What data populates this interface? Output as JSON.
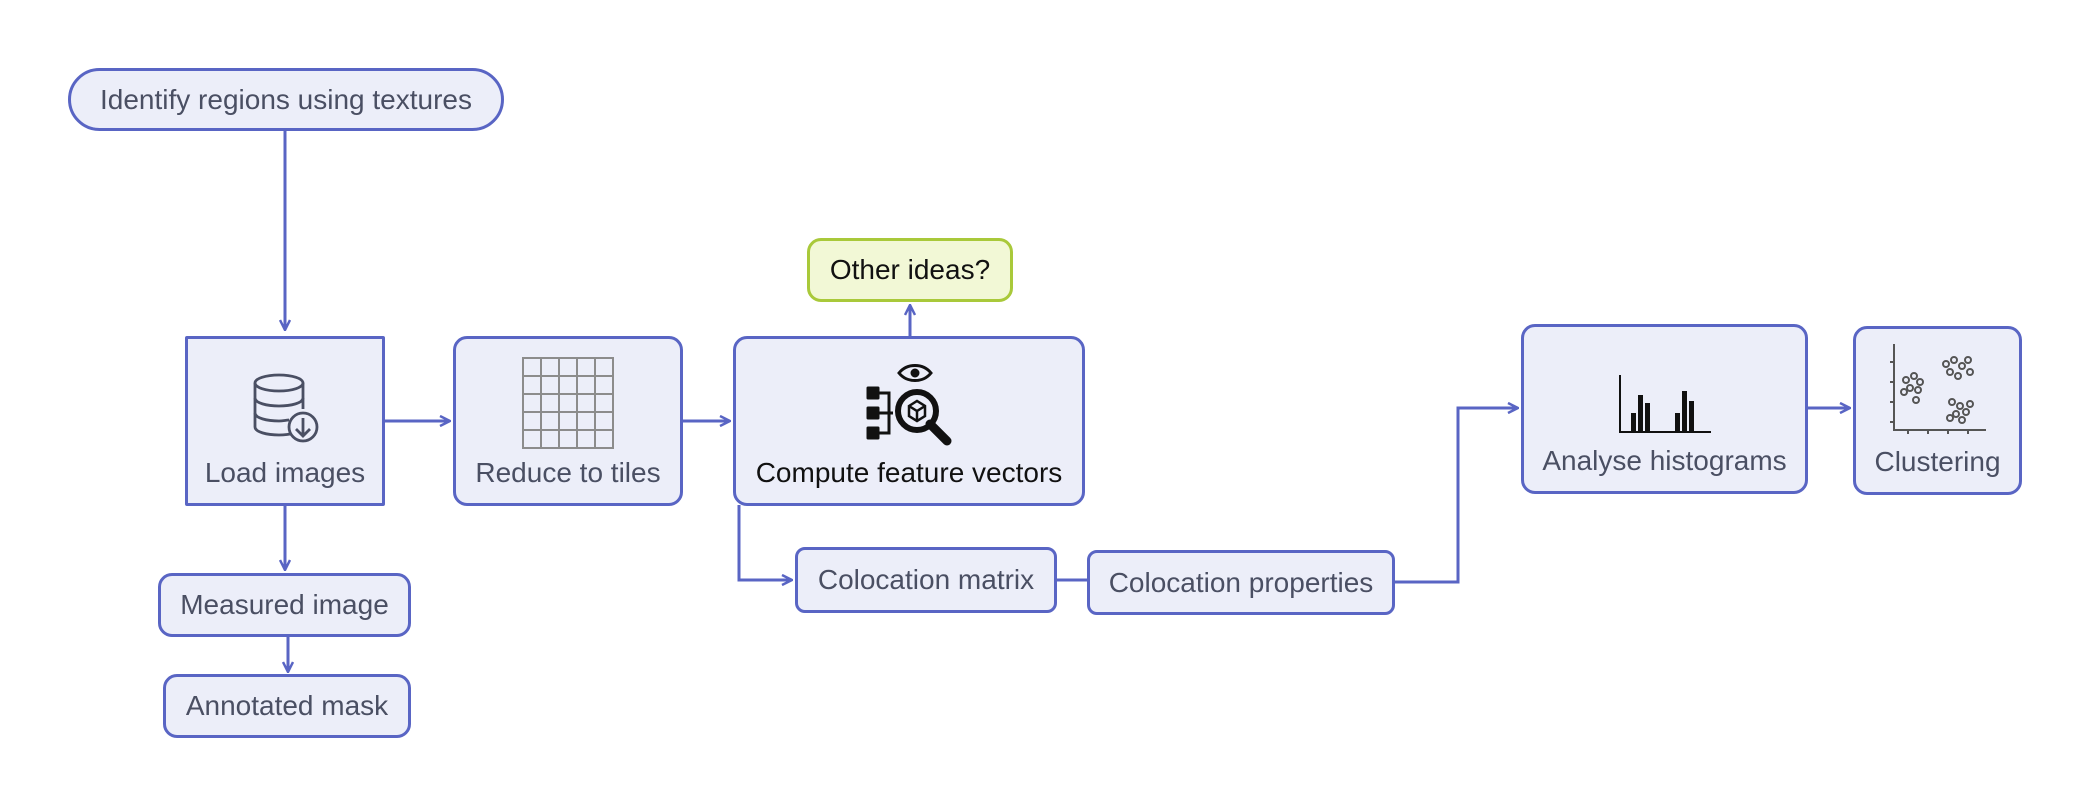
{
  "nodes": {
    "identify": "Identify regions using textures",
    "load_images": "Load images",
    "reduce_tiles": "Reduce to tiles",
    "compute_features": "Compute feature vectors",
    "other_ideas": "Other ideas?",
    "measured_image": "Measured image",
    "annotated_mask": "Annotated mask",
    "colocation_matrix": "Colocation matrix",
    "colocation_properties": "Colocation properties",
    "analyse_histograms": "Analyse histograms",
    "clustering": "Clustering"
  },
  "icons": {
    "load_images": "database-download-icon",
    "reduce_tiles": "tile-grid-icon",
    "compute_features": "feature-inspection-icon",
    "analyse_histograms": "histogram-icon",
    "clustering": "scatter-cluster-icon"
  },
  "colors": {
    "node_fill": "#eceef9",
    "node_border": "#5965c4",
    "connector": "#5965c4",
    "highlight_fill": "#f2f8d6",
    "highlight_border": "#a9c93a"
  }
}
